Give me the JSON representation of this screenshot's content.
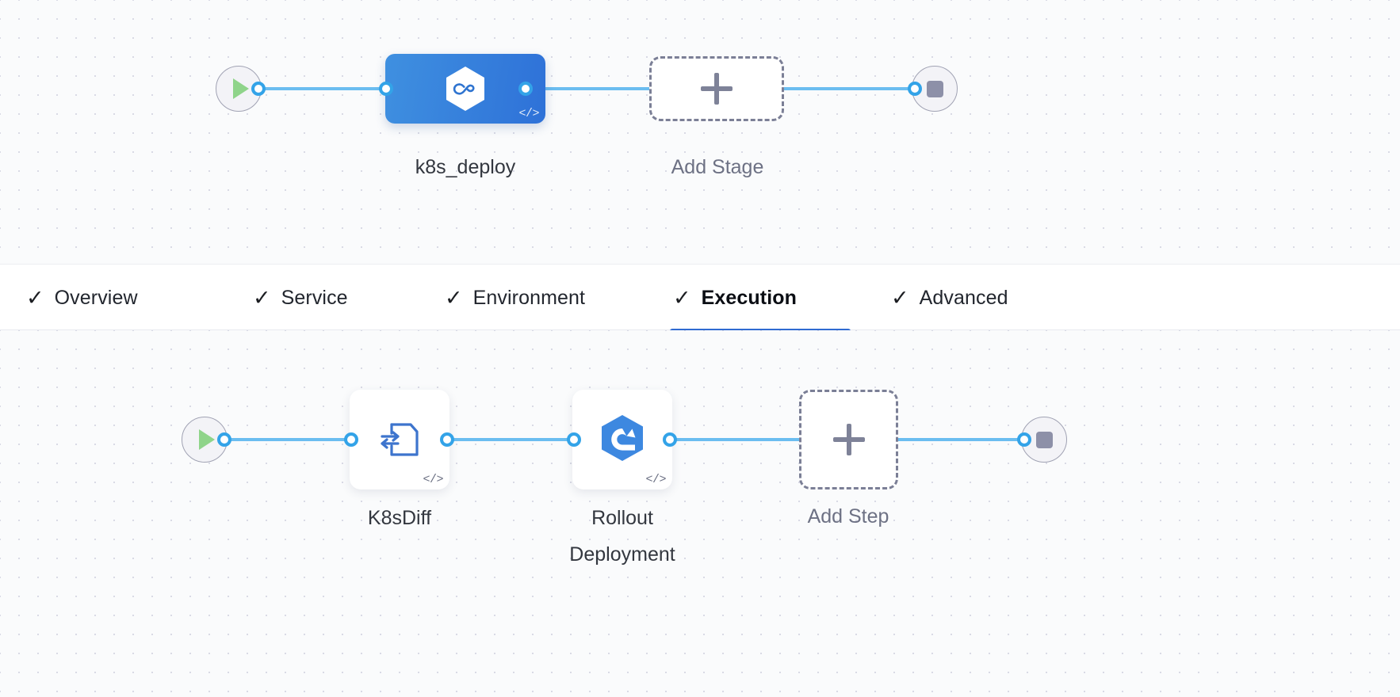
{
  "theme": {
    "accent_blue": "#2f6ad1",
    "edge_blue": "#6bbdf0",
    "connector_blue": "#33a3e8",
    "stage_gradient_from": "#3f90e0",
    "stage_gradient_to": "#2e71d8",
    "play_green": "#8fd48a",
    "stop_gray": "#8d90a8",
    "canvas_bg": "#fafbfc",
    "tab_bg": "#ffffff"
  },
  "stage_row": {
    "start_node": {
      "name": "pipeline-start",
      "icon": "play-icon"
    },
    "end_node": {
      "name": "pipeline-end",
      "icon": "stop-icon"
    },
    "stage": {
      "label": "k8s_deploy",
      "icon": "harness-hexagon-infinity-icon",
      "code_badge": "</>"
    },
    "add_stage": {
      "label": "Add Stage",
      "icon": "plus-icon"
    }
  },
  "tabs": {
    "items": [
      {
        "label": "Overview",
        "icon": "check-icon",
        "active": false
      },
      {
        "label": "Service",
        "icon": "check-icon",
        "active": false
      },
      {
        "label": "Environment",
        "icon": "check-icon",
        "active": false
      },
      {
        "label": "Execution",
        "icon": "check-icon",
        "active": true
      },
      {
        "label": "Advanced",
        "icon": "check-icon",
        "active": false
      }
    ],
    "check_glyph": "✓"
  },
  "step_row": {
    "start_node": {
      "name": "execution-start",
      "icon": "play-icon"
    },
    "end_node": {
      "name": "execution-end",
      "icon": "stop-icon"
    },
    "steps": [
      {
        "label": "K8sDiff",
        "icon": "k8s-diff-document-arrows-icon",
        "code_badge": "</>"
      },
      {
        "label": "Rollout\nDeployment",
        "icon": "rollout-deployment-hexagon-refresh-icon",
        "code_badge": "</>"
      }
    ],
    "add_step": {
      "label": "Add Step",
      "icon": "plus-icon"
    }
  }
}
